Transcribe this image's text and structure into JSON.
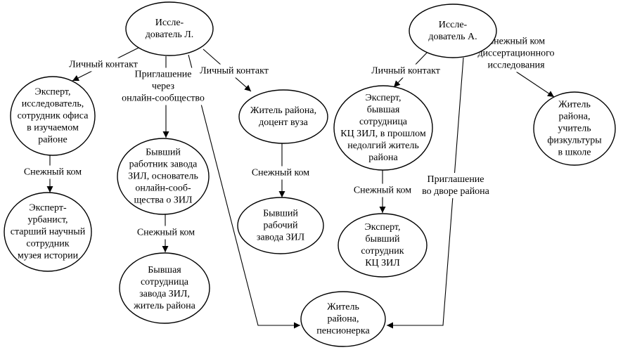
{
  "nodes": {
    "researcher_l": {
      "lines": [
        "Иссле-",
        "дователь Л."
      ]
    },
    "researcher_a": {
      "lines": [
        "Иссле-",
        "дователь А."
      ]
    },
    "expert_office": {
      "lines": [
        "Эксперт,",
        "исследователь,",
        "сотрудник офиса",
        "в изучаемом",
        "районе"
      ]
    },
    "expert_urbanist": {
      "lines": [
        "Эксперт-",
        "урбанист,",
        "старший научный",
        "сотрудник",
        "музея истории"
      ]
    },
    "former_worker_founder": {
      "lines": [
        "Бывший",
        "работник завода",
        "ЗИЛ, основатель",
        "онлайн-сооб-",
        "щества о ЗИЛ"
      ]
    },
    "former_employee_resident": {
      "lines": [
        "Бывшая",
        "сотрудница",
        "завода ЗИЛ,",
        "житель района"
      ]
    },
    "resident_docent": {
      "lines": [
        "Житель района,",
        "доцент вуза"
      ]
    },
    "former_worker": {
      "lines": [
        "Бывший",
        "рабочий",
        "завода ЗИЛ"
      ]
    },
    "expert_kc_zil_f": {
      "lines": [
        "Эксперт,",
        "бывшая",
        "сотрудница",
        "КЦ ЗИЛ, в прошлом",
        "недолгий житель",
        "района"
      ]
    },
    "expert_kc_zil_m": {
      "lines": [
        "Эксперт,",
        "бывший",
        "сотрудник",
        "КЦ ЗИЛ"
      ]
    },
    "resident_teacher": {
      "lines": [
        "Житель",
        "района,",
        "учитель",
        "физкультуры",
        "в школе"
      ]
    },
    "resident_pensioner": {
      "lines": [
        "Житель",
        "района,",
        "пенсионерка"
      ]
    }
  },
  "edge_labels": {
    "personal_contact_left": {
      "lines": [
        "Личный контакт"
      ]
    },
    "online_invite": {
      "lines": [
        "Приглашение",
        "через",
        "онлайн-сообщество"
      ]
    },
    "personal_contact_mid": {
      "lines": [
        "Личный контакт"
      ]
    },
    "snowball_1": {
      "lines": [
        "Снежный ком"
      ]
    },
    "snowball_2": {
      "lines": [
        "Снежный ком"
      ]
    },
    "snowball_3": {
      "lines": [
        "Снежный ком"
      ]
    },
    "personal_contact_right": {
      "lines": [
        "Личный контакт"
      ]
    },
    "snowball_dissertation": {
      "lines": [
        "Снежный ком",
        "диссертационного",
        "исследования"
      ]
    },
    "snowball_4": {
      "lines": [
        "Снежный ком"
      ]
    },
    "yard_invite": {
      "lines": [
        "Приглашение",
        "во дворе района"
      ]
    }
  },
  "colors": {
    "stroke": "#000000",
    "fill": "#ffffff",
    "text": "#000000"
  }
}
